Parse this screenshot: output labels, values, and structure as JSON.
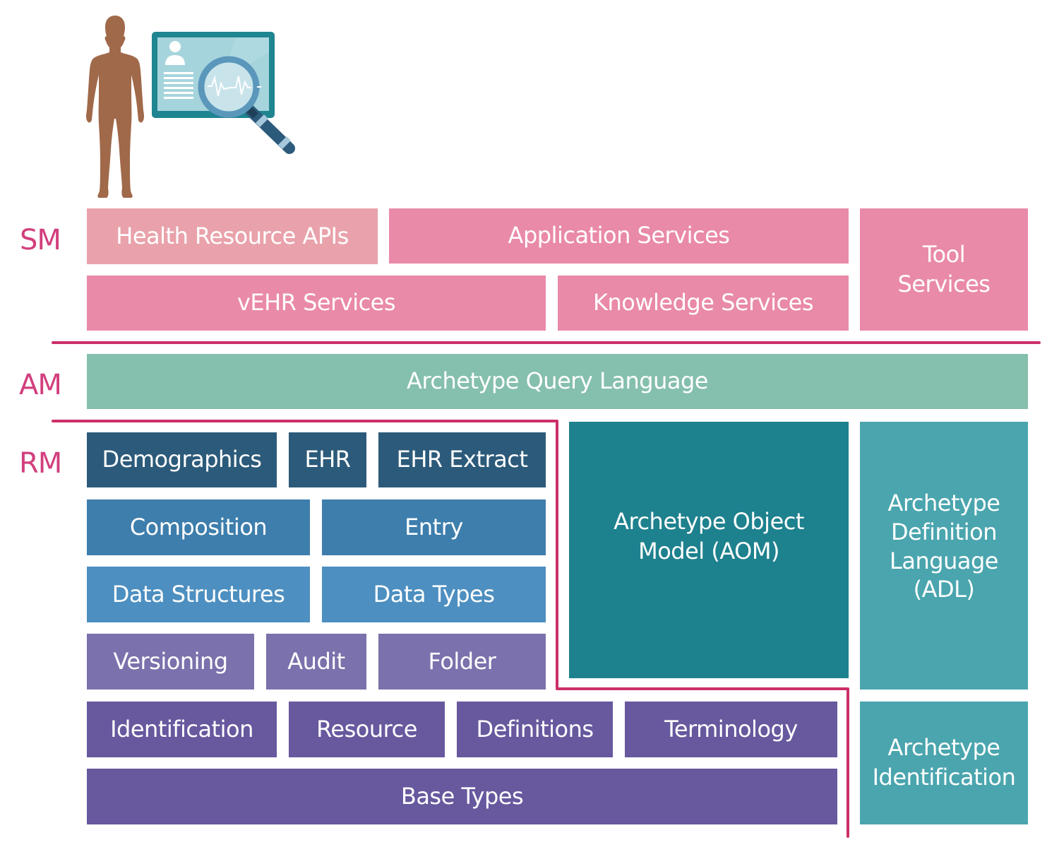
{
  "diagram_title": "openEHR architecture layers",
  "colors": {
    "layer_label": "#d23f7d",
    "divider": "#cc2f6a",
    "health_resource_apis": "#e9a2ab",
    "service_pink": "#e98aa8",
    "aql_green": "#85bfad",
    "rm_dark_blue": "#2c5a7a",
    "rm_mid_blue": "#3d7eac",
    "rm_light_blue": "#4d8fc0",
    "rm_light_purple": "#7b71ac",
    "rm_purple": "#68589e",
    "aom_teal": "#1e818e",
    "adl_teal": "#4aa5ae",
    "body": "#a0694a",
    "monitor_frame": "#1f8590",
    "monitor_screen": "#a6d4dc",
    "magnifier_ring": "#5b97bb",
    "magnifier_handle": "#2c5a7a"
  },
  "illustration": {
    "person_icon": "human-body-silhouette",
    "monitor_icon": "patient-record-monitor",
    "magnifier_icon": "magnifying-glass-heartbeat"
  },
  "layers": {
    "sm": "SM",
    "am": "AM",
    "rm": "RM"
  },
  "sm_boxes": {
    "health_resource_apis": "Health Resource APIs",
    "application_services": "Application Services",
    "tool_services": "Tool\nServices",
    "vehr_services": "vEHR Services",
    "knowledge_services": "Knowledge Services"
  },
  "am_boxes": {
    "aql": "Archetype Query Language",
    "aom": "Archetype Object\nModel (AOM)",
    "adl": "Archetype\nDefinition\nLanguage\n(ADL)",
    "archetype_identification": "Archetype\nIdentification"
  },
  "rm_boxes": {
    "demographics": "Demographics",
    "ehr": "EHR",
    "ehr_extract": "EHR Extract",
    "composition": "Composition",
    "entry": "Entry",
    "data_structures": "Data Structures",
    "data_types": "Data Types",
    "versioning": "Versioning",
    "audit": "Audit",
    "folder": "Folder",
    "identification": "Identification",
    "resource": "Resource",
    "definitions": "Definitions",
    "terminology": "Terminology",
    "base_types": "Base Types"
  }
}
